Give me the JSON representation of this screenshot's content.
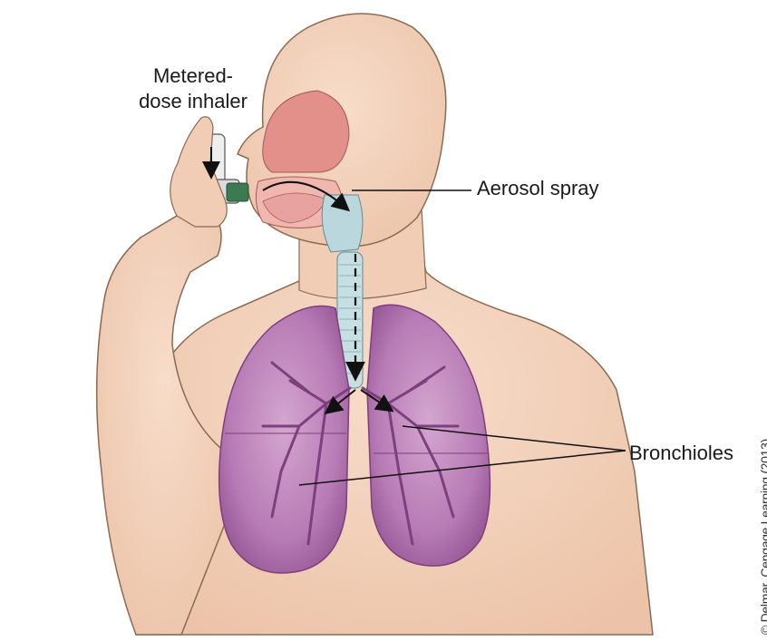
{
  "labels": {
    "inhaler_line1": "Metered-",
    "inhaler_line2": "dose inhaler",
    "aerosol": "Aerosol spray",
    "bronchioles": "Bronchioles"
  },
  "credit": "© Delmar, Cengage Learning (2013)",
  "colors": {
    "skin": "#f2d3bd",
    "skin_shadow": "#e2b89b",
    "outline": "#8a6a55",
    "lung": "#b77bb5",
    "lung_light": "#d4a6cf",
    "lung_dark": "#7d3f7d",
    "throat_pink": "#e38f8a",
    "trachea": "#b9d7dd",
    "inhaler_body": "#eeeeee",
    "inhaler_mouthpiece": "#3c7a52",
    "label_text": "#1a1a1a",
    "leader_line": "#111111"
  }
}
